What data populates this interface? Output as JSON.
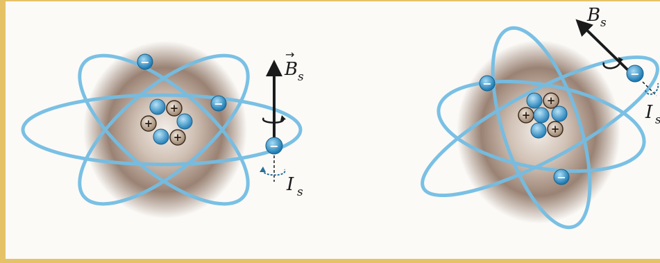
{
  "atoms": [
    {
      "id": "left",
      "field_label": "B",
      "field_subscript": "s",
      "field_vector_arrow": true,
      "current_label": "I",
      "current_subscript": "s",
      "electron_sign": "−",
      "proton_sign": "+"
    },
    {
      "id": "right",
      "field_label": "B",
      "field_subscript": "s",
      "field_vector_arrow": false,
      "current_label": "I",
      "current_subscript": "s",
      "electron_sign": "−",
      "proton_sign": "+"
    }
  ],
  "colors": {
    "frame": "#e6c267",
    "panel": "#fbfaf7",
    "cloud": "#7a5e4a",
    "orbit": "#6fb6dd",
    "electron": "#2f8fc7",
    "proton": "#c9b6a0",
    "neutron": "#4aa0cf"
  }
}
